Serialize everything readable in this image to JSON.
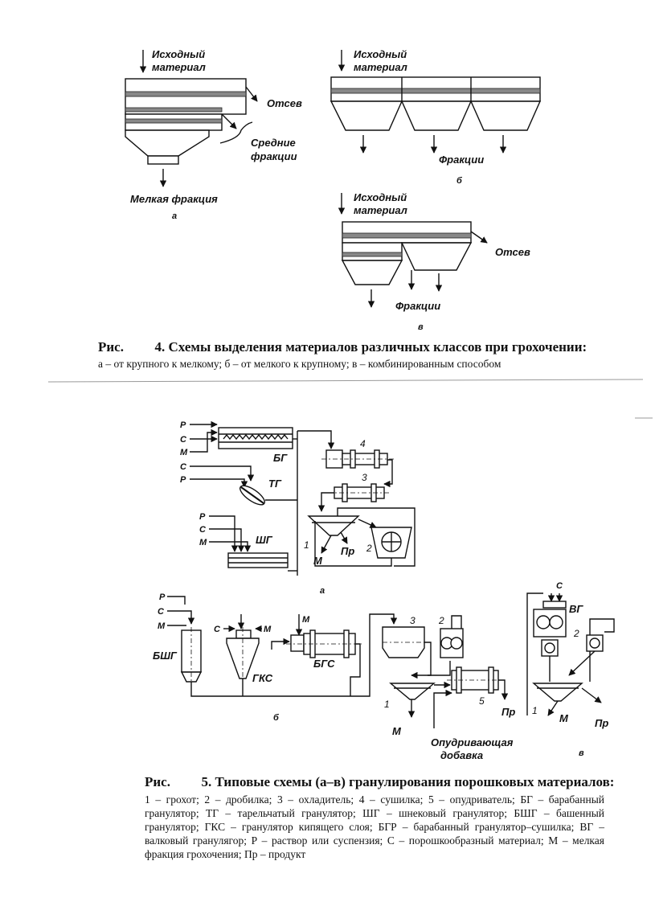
{
  "fig4": {
    "a": {
      "input": [
        "Исходный",
        "материал"
      ],
      "otsev": "Отсев",
      "srednie": [
        "Средние",
        "фракции"
      ],
      "melkaya": "Мелкая фракция",
      "letter": "а"
    },
    "b": {
      "input": [
        "Исходный",
        "материал"
      ],
      "fraktsii": "Фракции",
      "letter": "б"
    },
    "v": {
      "input": [
        "Исходный",
        "материал"
      ],
      "otsev": "Отсев",
      "fraktsii": "Фракции",
      "letter": "в"
    },
    "caption": {
      "prefix": "Рис.",
      "title": "4. Схемы выделения материалов различных классов при грохочении:",
      "body": "а – от крупного к мелкому; б – от мелкого к крупному; в – комбинированным способом"
    }
  },
  "fig5": {
    "a": {
      "inputs_bg": [
        "Р",
        "С",
        "М"
      ],
      "inputs_tg": [
        "С",
        "Р"
      ],
      "inputs_shg": [
        "Р",
        "С",
        "М"
      ],
      "bg": "БГ",
      "tg": "ТГ",
      "shg": "ШГ",
      "n4": "4",
      "n3": "3",
      "n1": "1",
      "n2": "2",
      "m": "М",
      "pr": "Пр",
      "letter": "а"
    },
    "b": {
      "inputs_bshg": [
        "Р",
        "С",
        "М"
      ],
      "c_gks": "С",
      "m_gks": "М",
      "m_bgs": "М",
      "bshg": "БШГ",
      "gks": "ГКС",
      "bgs": "БГС",
      "n3": "3",
      "n2": "2",
      "n1": "1",
      "n5": "5",
      "m": "М",
      "pr": "Пр",
      "additive": [
        "Опудривающая",
        "добавка"
      ],
      "letter": "б"
    },
    "v": {
      "c": "С",
      "vg": "ВГ",
      "n2": "2",
      "n1": "1",
      "m": "М",
      "pr": "Пр",
      "letter": "в"
    },
    "caption": {
      "prefix": "Рис.",
      "title": "5. Типовые схемы (а–в) гранулирования порошковых материалов:",
      "body": "1 – грохот; 2 – дробилка; 3 – охладитель; 4 – сушилка; 5 – опудриватель; БГ – барабанный гранулятор; ТГ – тарельчатый гранулятор; ШГ – шнековый гранулятор; БШГ – башенный гранулятор; ГКС – гранулятор кипящего слоя; БГР – барабанный гранулятор–сушилка; ВГ – валковый гранулягор; Р – раствор или суспензия; С – порошкообразный материал; М – мелкая фракция грохочения; Пр – продукт"
    }
  }
}
